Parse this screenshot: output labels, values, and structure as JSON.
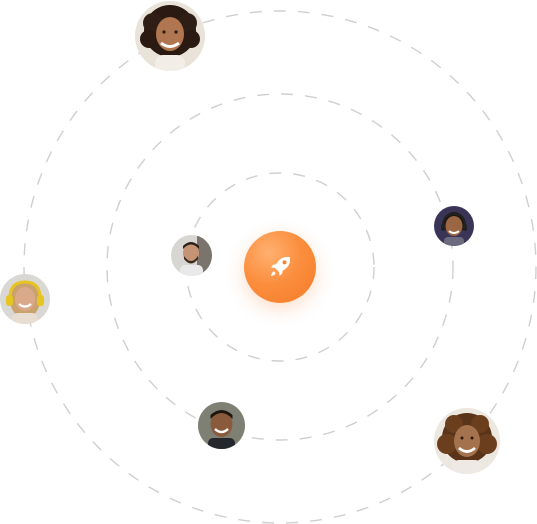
{
  "colors": {
    "accent": "#f7812f",
    "orbit_line": "#cfcfcf",
    "background": "#ffffff"
  },
  "center": {
    "icon": "rocket-icon"
  },
  "avatars": [
    {
      "name": "avatar-woman-curly-hair-top",
      "icon": "person-avatar"
    },
    {
      "name": "avatar-man-headset-right",
      "icon": "person-avatar"
    },
    {
      "name": "avatar-man-beard-inner",
      "icon": "person-avatar"
    },
    {
      "name": "avatar-woman-headphones-left",
      "icon": "person-avatar"
    },
    {
      "name": "avatar-man-smiling-bottom",
      "icon": "person-avatar"
    },
    {
      "name": "avatar-woman-curly-hair-bottom-right",
      "icon": "person-avatar"
    }
  ]
}
